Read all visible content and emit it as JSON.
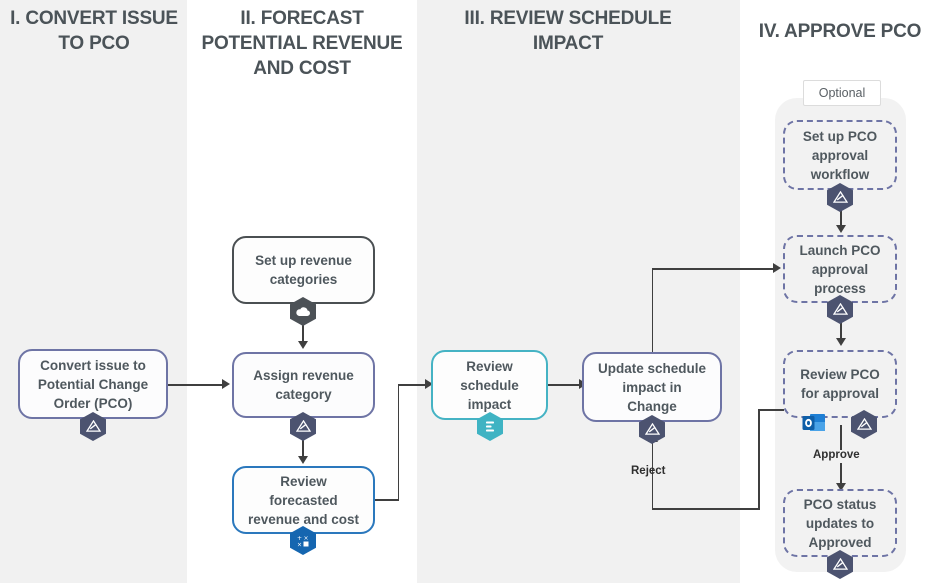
{
  "diagram": {
    "title": "PCO (Potential Change Order) Workflow",
    "background": "#ffffff",
    "band_gray": "#f1f1f1"
  },
  "columns": [
    {
      "id": "col1",
      "label": "I. CONVERT ISSUE\nTO PCO"
    },
    {
      "id": "col2",
      "label": "II. FORECAST\nPOTENTIAL REVENUE\nAND COST"
    },
    {
      "id": "col3",
      "label": "III. REVIEW\nSCHEDULE IMPACT"
    },
    {
      "id": "col4",
      "label": "IV. APPROVE PCO"
    }
  ],
  "optional_panel": {
    "tag_label": "Optional"
  },
  "nodes": [
    {
      "id": "convert-issue",
      "label": "Convert issue to\nPotential Change\nOrder (PCO)",
      "style": "purple",
      "border_color": "#6e74a5",
      "icons": [
        "autodesk-build-icon"
      ]
    },
    {
      "id": "set-up-revenue-categories",
      "label": "Set up revenue\ncategories",
      "style": "dark",
      "border_color": "#4a4f52",
      "icons": [
        "cloud-icon"
      ]
    },
    {
      "id": "assign-revenue-category",
      "label": "Assign revenue\ncategory",
      "style": "purple",
      "border_color": "#6e74a5",
      "icons": [
        "autodesk-build-icon"
      ]
    },
    {
      "id": "review-forecasted-revenue-and-cost",
      "label": "Review\nforecasted\nrevenue and cost",
      "style": "blue",
      "border_color": "#2b78bd",
      "icons": [
        "calculator-icon"
      ]
    },
    {
      "id": "review-schedule-impact",
      "label": "Review\nschedule\nimpact",
      "style": "teal",
      "border_color": "#45b3c4",
      "icons": [
        "schedule-icon"
      ]
    },
    {
      "id": "update-schedule-impact-in-change",
      "label": "Update schedule\nimpact in\nChange",
      "style": "purple",
      "border_color": "#6e74a5",
      "icons": [
        "autodesk-build-icon"
      ]
    },
    {
      "id": "set-up-pco-approval-workflow",
      "label": "Set up PCO\napproval\nworkflow",
      "style": "dashed",
      "border_color": "#6e74a5",
      "icons": [
        "autodesk-build-icon"
      ]
    },
    {
      "id": "launch-pco-approval-process",
      "label": "Launch PCO\napproval\nprocess",
      "style": "dashed",
      "border_color": "#6e74a5",
      "icons": [
        "autodesk-build-icon"
      ]
    },
    {
      "id": "review-pco-for-approval",
      "label": "Review PCO\nfor approval",
      "style": "dashed",
      "border_color": "#6e74a5",
      "icons": [
        "outlook-icon",
        "autodesk-build-icon"
      ]
    },
    {
      "id": "pco-status-updates-to-approved",
      "label": "PCO status\nupdates to\nApproved",
      "style": "dashed",
      "border_color": "#6e74a5",
      "icons": [
        "autodesk-build-icon"
      ]
    }
  ],
  "edge_labels": {
    "reject": "Reject",
    "approve": "Approve"
  },
  "colors": {
    "heading_text": "#4b5358",
    "node_text": "#4f585e",
    "purple": "#6e74a5",
    "dark": "#4a4f52",
    "blue": "#2b78bd",
    "teal": "#45b3c4",
    "connector": "#3f3f3f",
    "panel": "#f2f2f2"
  }
}
